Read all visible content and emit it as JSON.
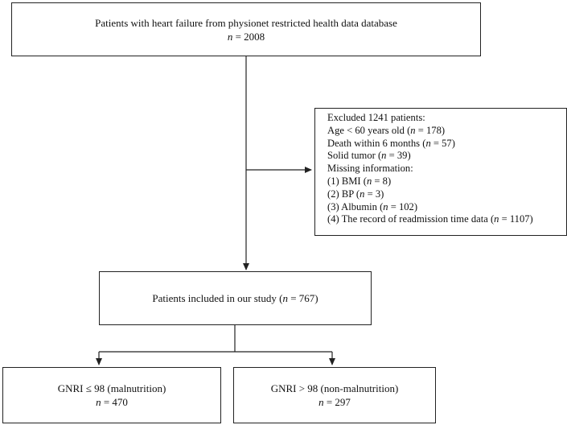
{
  "boxes": {
    "source": {
      "title": "Patients with heart failure from physionet restricted health data database",
      "count_label": "n",
      "count_rest": " = 2008"
    },
    "exclusion": {
      "title": "Excluded 1241 patients:",
      "items": [
        {
          "pre": "Age < 60 years old (",
          "n": "n",
          "post": " = 178)"
        },
        {
          "pre": "Death within 6 months (",
          "n": "n",
          "post": " = 57)"
        },
        {
          "pre": "Solid tumor (",
          "n": "n",
          "post": " = 39)"
        },
        {
          "pre": "Missing information:",
          "n": "",
          "post": ""
        },
        {
          "pre": "(1) BMI (",
          "n": "n",
          "post": " = 8)"
        },
        {
          "pre": "(2) BP (",
          "n": "n",
          "post": " = 3)"
        },
        {
          "pre": "(3) Albumin (",
          "n": "n",
          "post": " = 102)"
        },
        {
          "pre": "(4) The record of readmission time data (",
          "n": "n",
          "post": " = 1107)"
        }
      ]
    },
    "included": {
      "pre": "Patients included in our study (",
      "n": "n",
      "post": " = 767)"
    },
    "malnutrition": {
      "title": "GNRI ≤ 98 (malnutrition)",
      "count_label": "n",
      "count_rest": " = 470"
    },
    "non_malnutrition": {
      "title": "GNRI > 98 (non-malnutrition)",
      "count_label": "n",
      "count_rest": " = 297"
    }
  },
  "colors": {
    "line": "#222222",
    "text": "#111111",
    "background": "#ffffff"
  }
}
